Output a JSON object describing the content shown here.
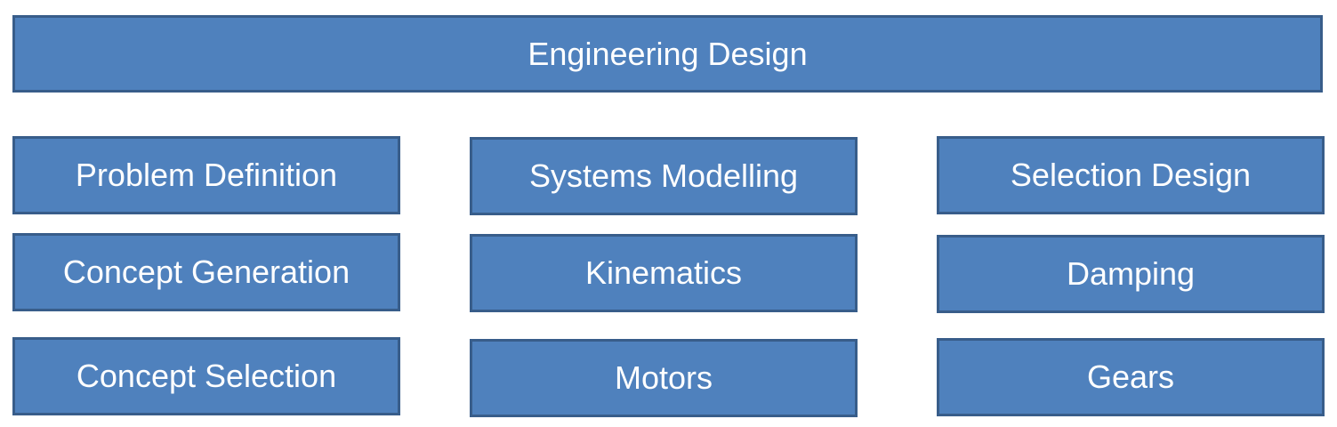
{
  "title": "Engineering Design",
  "columns": [
    {
      "items": [
        "Problem Definition",
        "Concept Generation",
        "Concept Selection"
      ]
    },
    {
      "items": [
        "Systems Modelling",
        "Kinematics",
        "Motors"
      ]
    },
    {
      "items": [
        "Selection Design",
        "Damping",
        "Gears"
      ]
    }
  ],
  "colors": {
    "box_fill": "#4f81bd",
    "box_border": "#385d8a",
    "text": "#ffffff"
  }
}
